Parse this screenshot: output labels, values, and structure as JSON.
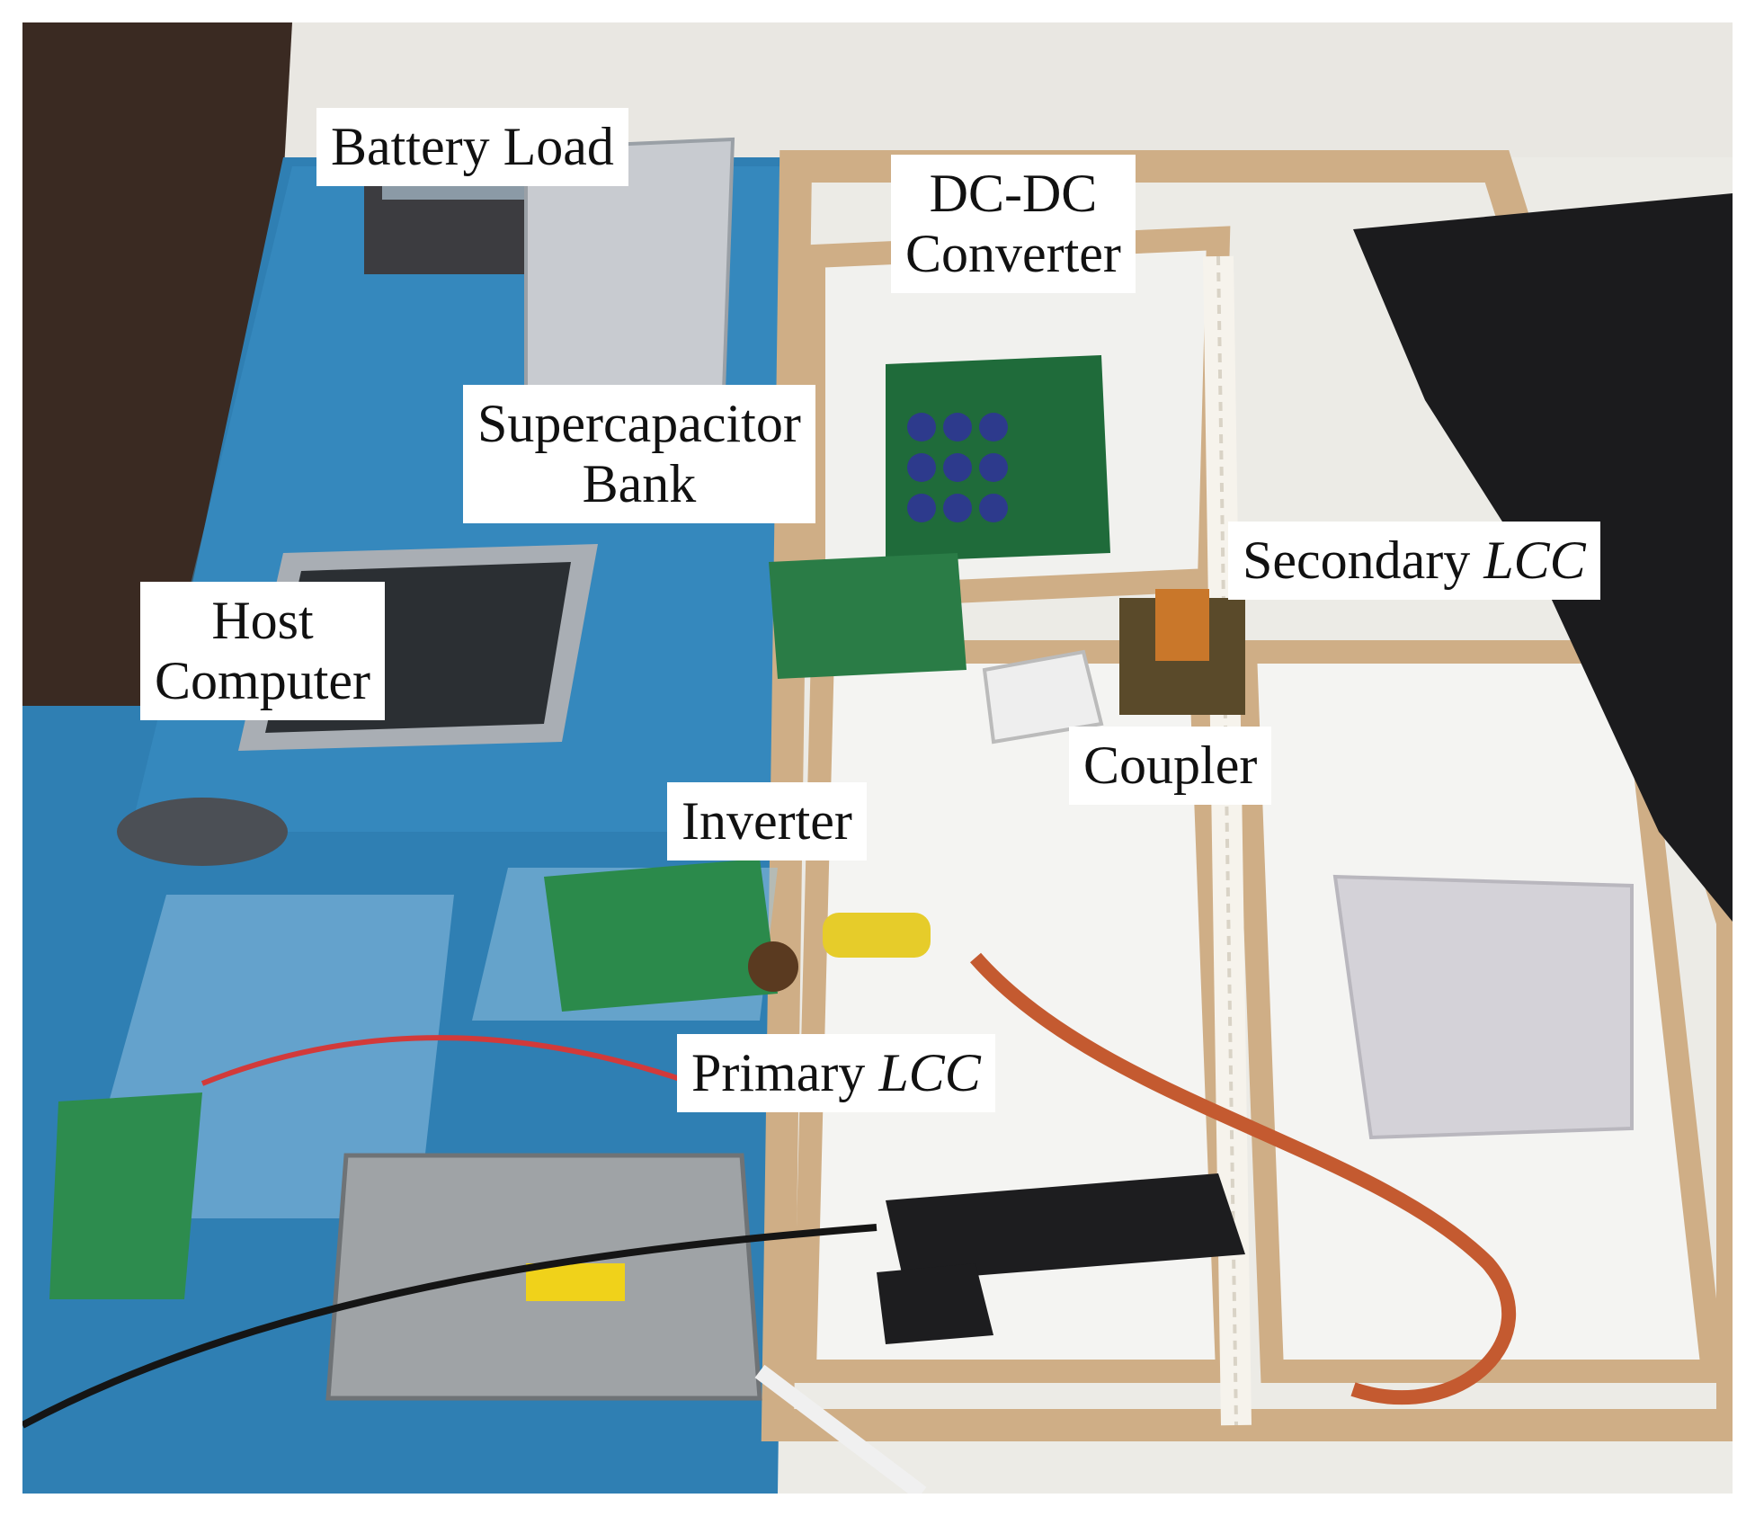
{
  "figure": {
    "labels": {
      "battery_load": "Battery Load",
      "dcdc_line1": "DC-DC",
      "dcdc_line2": "Converter",
      "supercap_line1": "Supercapacitor",
      "supercap_line2": "Bank",
      "host_line1": "Host",
      "host_line2": "Computer",
      "secondary_prefix": "Secondary ",
      "secondary_lcc": "LCC",
      "coupler": "Coupler",
      "inverter": "Inverter",
      "primary_prefix": "Primary ",
      "primary_lcc": "LCC"
    }
  }
}
